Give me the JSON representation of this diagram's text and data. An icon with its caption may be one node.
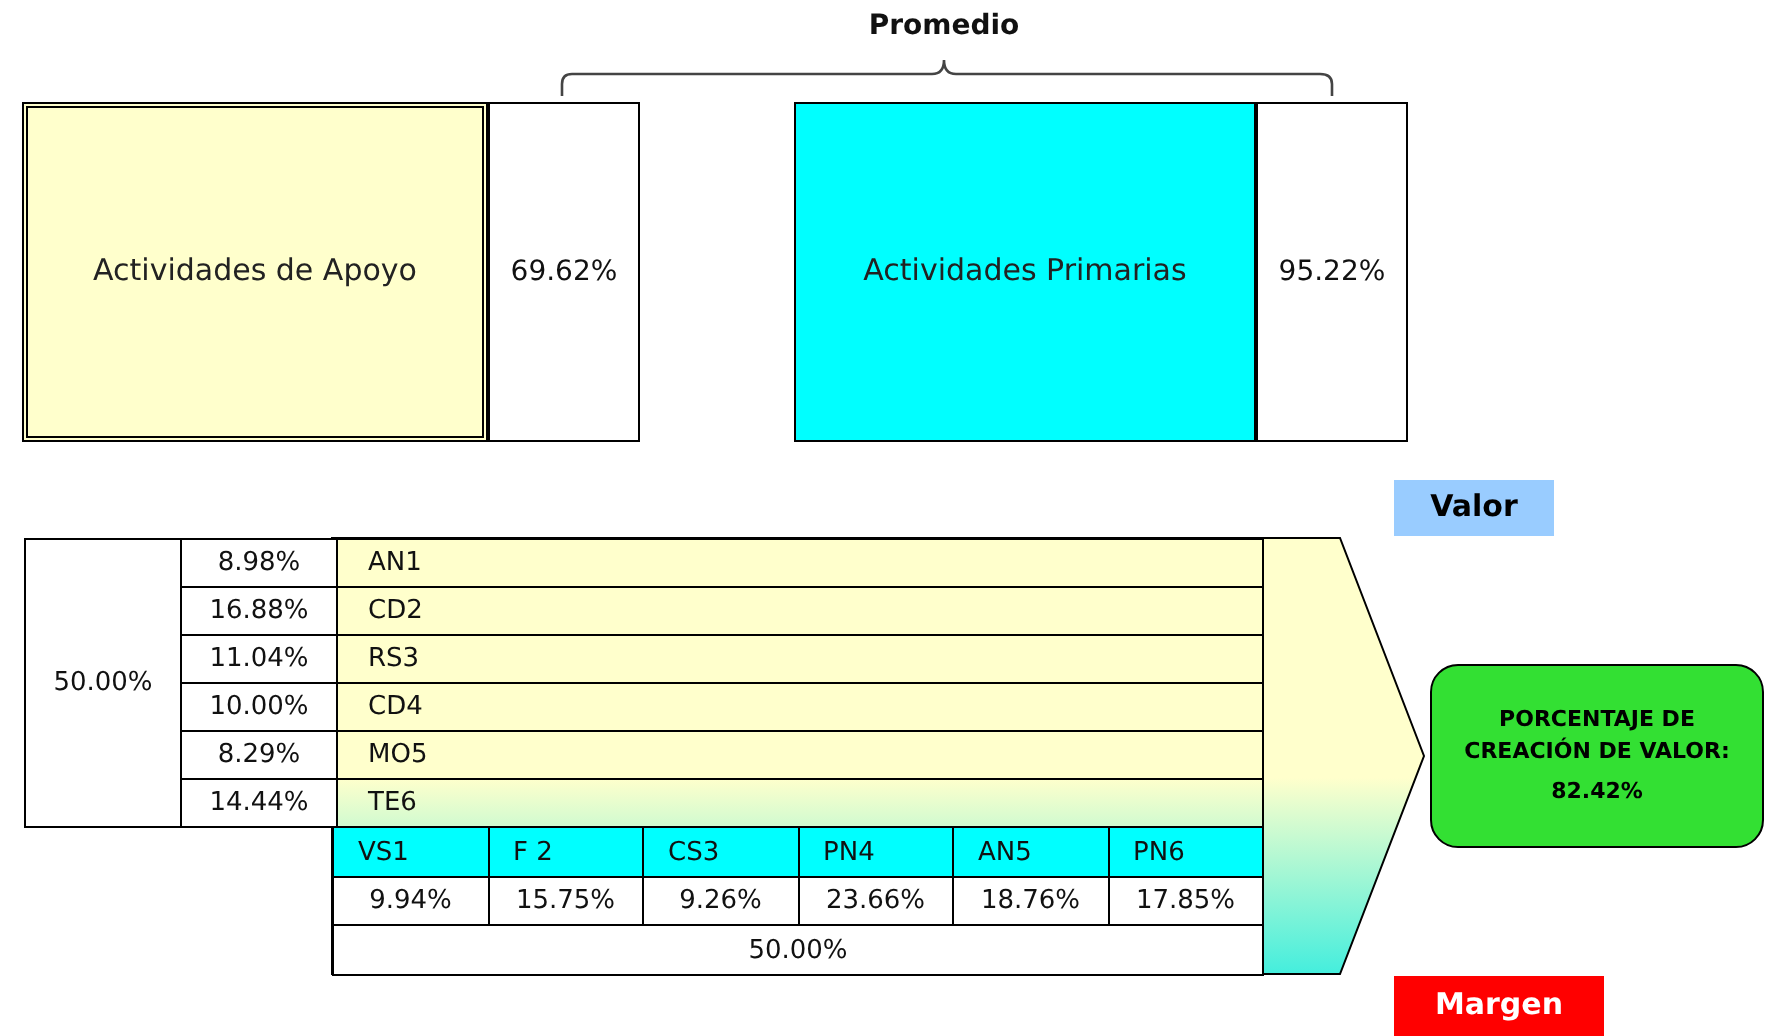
{
  "diagram": {
    "nodes": [
      {
        "text": [
          "Actividades de Apoyo"
        ]
      },
      {
        "text": [
          "69.62%"
        ]
      },
      {
        "text": [
          "Actividades Primarias"
        ]
      },
      {
        "text": [
          "95.22%"
        ]
      },
      {
        "text": [
          "Valor"
        ]
      },
      {
        "text": [
          "PORCENTAJE DE CREACIÓN DE VALOR:",
          "82.42%"
        ]
      },
      {
        "text": [
          "Margen"
        ]
      }
    ],
    "edges": [],
    "labels": [
      "Promedio",
      "50.00%",
      "8.98%",
      "AN1",
      "16.88%",
      "CD2",
      "11.04%",
      "RS3",
      "10.00%",
      "CD4",
      "8.29%",
      "MO5",
      "14.44%",
      "TE6",
      "VS1",
      "F 2",
      "CS3",
      "PN4",
      "AN5",
      "PN6",
      "9.94%",
      "15.75%",
      "9.26%",
      "23.66%",
      "18.76%",
      "17.85%",
      "50.00%"
    ]
  }
}
